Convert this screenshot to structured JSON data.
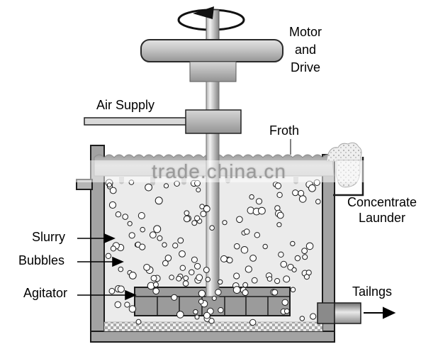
{
  "watermark": {
    "text": "trade.china.cn"
  },
  "labels": {
    "motor_drive": "Motor\nand\nDrive",
    "air_supply": "Air Supply",
    "froth": "Froth",
    "slurry": "Slurry",
    "bubbles": "Bubbles",
    "agitator": "Agitator",
    "concentrate_launder": "Concentrate\nLaunder",
    "tailings": "Tailngs"
  },
  "colors": {
    "wall_gray": "#a3a3a3",
    "slurry_fill": "#ebebeb",
    "froth_gray": "#b5b5b5",
    "agitator_gray": "#9b9b9b",
    "watermark_gray": "#9a9a9a",
    "outline_black": "#1c1c1c"
  }
}
